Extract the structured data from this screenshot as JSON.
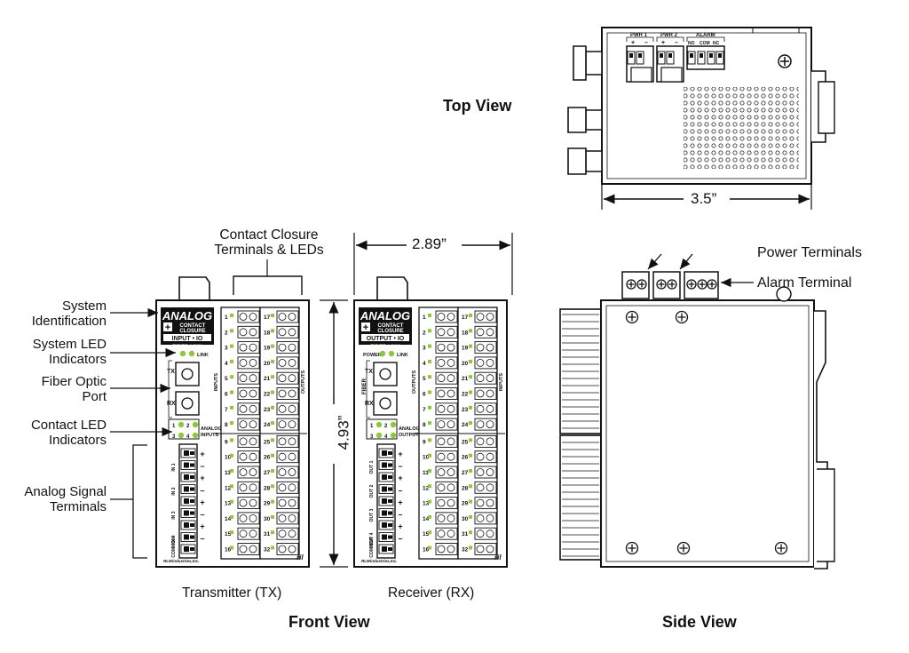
{
  "views": {
    "top": "Top View",
    "front": "Front View",
    "side": "Side View"
  },
  "top_view": {
    "dimension": "3.5”",
    "labels": {
      "pwr1": "PWR 1",
      "pwr2": "PWR 2",
      "alarm": "ALARM",
      "plus": "+",
      "minus": "–",
      "no": "NO",
      "com": "COM",
      "nc": "NC"
    }
  },
  "front_view": {
    "contact_closure_label": [
      "Contact Closure",
      "Terminals & LEDs"
    ],
    "width_dimension": "2.89”",
    "height_dimension": "4.93”",
    "callouts": [
      [
        "System",
        "Identification"
      ],
      [
        "System LED",
        "Indicators"
      ],
      [
        "Fiber Optic",
        "Port"
      ],
      [
        "Contact LED",
        "Indicators"
      ],
      [
        "Analog Signal",
        "Terminals"
      ]
    ],
    "transmitter": {
      "caption": "Transmitter (TX)",
      "badge_title": "ANALOG",
      "badge_sub": [
        "CONTACT",
        "CLOSURE"
      ],
      "mode": "INPUT • IO",
      "link_type": "FIBER LINK",
      "led_label": "LINK",
      "port_labels": [
        "TX",
        "RX"
      ],
      "analog_label": [
        "ANALOG",
        "INPUTS"
      ],
      "channels": [
        "IN 1",
        "IN 2",
        "IN 3",
        "IN 4",
        "COMMON"
      ],
      "side_labels": [
        "INPUTS",
        "OUTPUTS"
      ],
      "maker": "RLWindustries,Inc."
    },
    "receiver": {
      "caption": "Receiver (RX)",
      "badge_title": "ANALOG",
      "badge_sub": [
        "CONTACT",
        "CLOSURE"
      ],
      "mode": "OUTPUT • IO",
      "link_type": "FIBER LINK",
      "led_labels": [
        "POWER",
        "LINK"
      ],
      "fiber_label": "FIBER",
      "port_labels": [
        "TX",
        "RX"
      ],
      "analog_label": [
        "ANALOG",
        "OUTPUTS"
      ],
      "channels": [
        "OUT 1",
        "OUT 2",
        "OUT 3",
        "OUT 4",
        "COMMON"
      ],
      "side_labels": [
        "OUTPUTS",
        "INPUTS"
      ],
      "maker": "RLWindustries,Inc."
    },
    "terminal_numbers_left": [
      "1",
      "2",
      "3",
      "4",
      "5",
      "6",
      "7",
      "8",
      "9",
      "10",
      "11",
      "12",
      "13",
      "14",
      "15",
      "16"
    ],
    "terminal_numbers_right": [
      "17",
      "18",
      "19",
      "20",
      "21",
      "22",
      "23",
      "24",
      "25",
      "26",
      "27",
      "28",
      "29",
      "30",
      "31",
      "32"
    ],
    "led_numbers": [
      "1",
      "2",
      "3",
      "4"
    ],
    "polarity": [
      "+",
      "–",
      "+",
      "–",
      "+",
      "–",
      "+",
      "–"
    ]
  },
  "side_view": {
    "callouts": {
      "power": "Power Terminals",
      "alarm": "Alarm Terminal"
    }
  },
  "colors": {
    "led": "#8dc63f",
    "ink": "#111111"
  }
}
